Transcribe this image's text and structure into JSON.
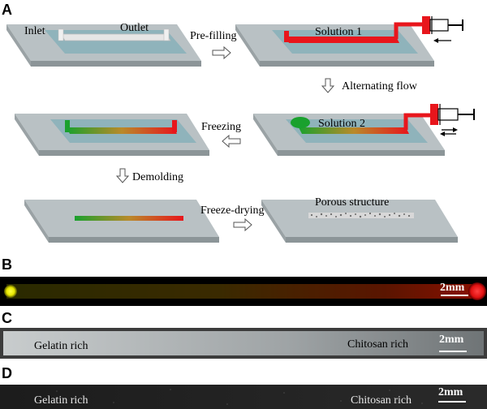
{
  "panels": {
    "a": "A",
    "b": "B",
    "c": "C",
    "d": "D"
  },
  "steps": {
    "inlet": "Inlet",
    "outlet": "Outlet",
    "prefilling": "Pre-filling",
    "solution1": "Solution 1",
    "alternating_flow": "Alternating flow",
    "solution2": "Solution 2",
    "freezing": "Freezing",
    "demolding": "Demolding",
    "freeze_drying": "Freeze-drying",
    "porous_structure": "Porous structure"
  },
  "strips": {
    "b_scale": "2mm",
    "c_left": "Gelatin rich",
    "c_right": "Chitosan rich",
    "c_scale": "2mm",
    "d_left": "Gelatin rich",
    "d_right": "Chitosan rich",
    "d_scale": "2mm"
  },
  "colors": {
    "plate_top": "#b9c1c4",
    "mold": "#8fb3bb",
    "solution1": "#e8161c",
    "solution2": "#1aa12e",
    "syringe": "#e8161c"
  }
}
